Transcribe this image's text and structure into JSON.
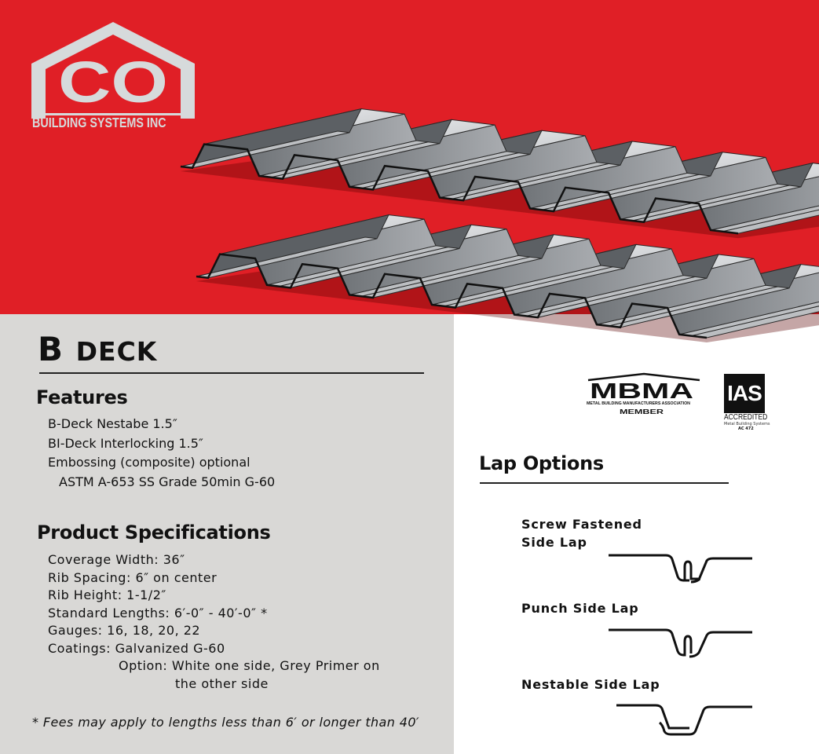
{
  "brand": {
    "logo_letters": "CO",
    "company_name": "BUILDING SYSTEMS INC",
    "colors": {
      "red": "#e01f26",
      "panel_grey": "#d9d8d6",
      "logo_grey": "#d6dadb"
    }
  },
  "product": {
    "title_big": "B",
    "title_small": "DECK"
  },
  "features": {
    "heading": "Features",
    "items": [
      "B-Deck Nestabe 1.5″",
      "BI-Deck Interlocking 1.5″",
      "Embossing (composite) optional",
      "ASTM A-653 SS Grade 50min G-60"
    ]
  },
  "specifications": {
    "heading": "Product Specifications",
    "items": [
      "Coverage Width:  36″",
      "Rib Spacing:  6″ on center",
      "Rib Height:  1-1/2″",
      "Standard Lengths:  6′-0″ - 40′-0″ *",
      "Gauges:  16, 18, 20, 22",
      "Coatings: Galvanized G-60"
    ],
    "option_line1": "Option: White one side, Grey Primer on",
    "option_line2": "the other side",
    "footnote": "* Fees may apply to lengths less than 6′ or longer than 40′"
  },
  "certifications": {
    "mbma": {
      "logo": "MBMA",
      "subtitle": "METAL BUILDING MANUFACTURERS ASSOCIATION",
      "member": "MEMBER"
    },
    "ias": {
      "logo": "IAS",
      "accredited": "ACCREDITED",
      "subtitle": "Metal Building Systems",
      "code": "AC 472"
    }
  },
  "lap_options": {
    "heading": "Lap Options",
    "options": [
      {
        "label_line1": "Screw Fastened",
        "label_line2": "Side Lap"
      },
      {
        "label_line1": "Punch Side Lap"
      },
      {
        "label_line1": "Nestable Side Lap"
      }
    ]
  }
}
